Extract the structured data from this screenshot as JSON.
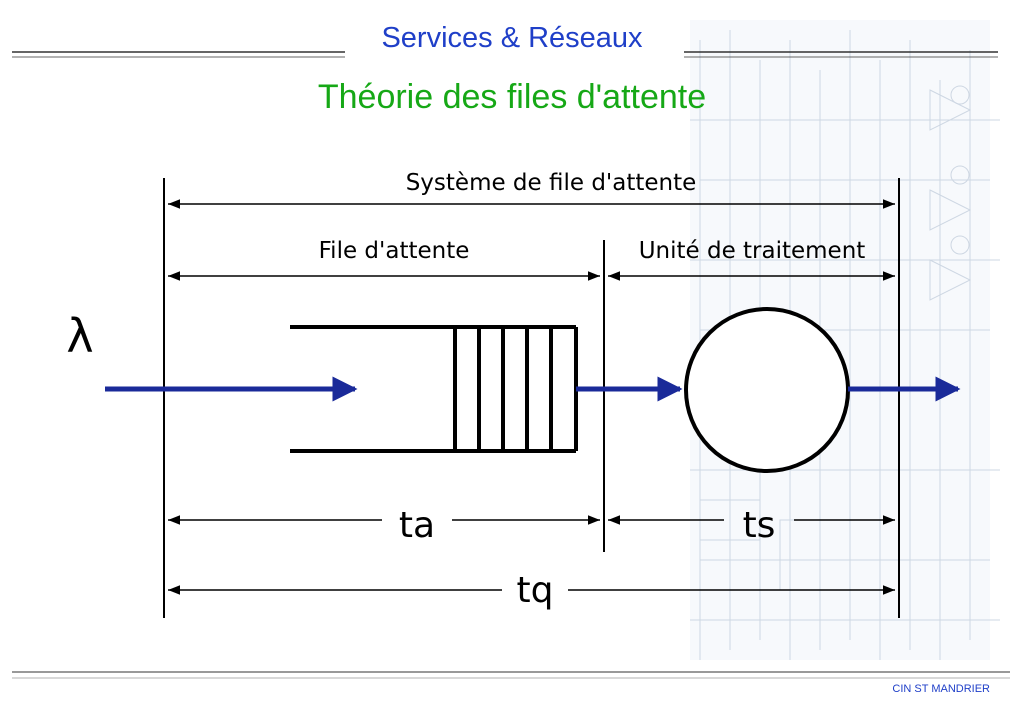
{
  "header": {
    "title": "Services & Réseaux",
    "subtitle": "Théorie des files d'attente"
  },
  "diagram": {
    "system_label": "Système de file d'attente",
    "queue_label": "File d'attente",
    "server_label": "Unité de traitement",
    "arrival_symbol": "λ",
    "wait_time_label": "ta",
    "service_time_label": "ts",
    "total_time_label": "tq",
    "arrow_color": "#1a2a99",
    "line_color": "#000000"
  },
  "footer": {
    "credit": "CIN ST MANDRIER"
  }
}
